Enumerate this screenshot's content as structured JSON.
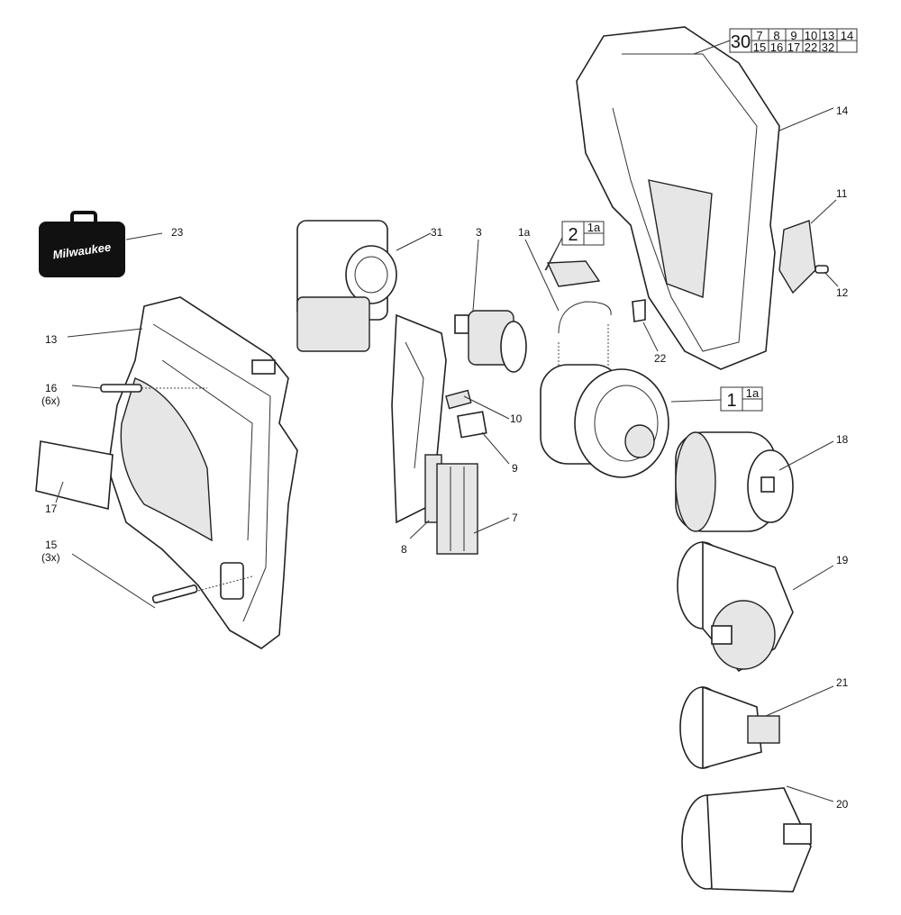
{
  "title": "Exploded parts diagram",
  "brand_logo_text": "Milwaukee",
  "callouts": [
    {
      "id": "23",
      "text": "23"
    },
    {
      "id": "31",
      "text": "31"
    },
    {
      "id": "3",
      "text": "3"
    },
    {
      "id": "1a",
      "text": "1a"
    },
    {
      "id": "14",
      "text": "14"
    },
    {
      "id": "11",
      "text": "11"
    },
    {
      "id": "12",
      "text": "12"
    },
    {
      "id": "22",
      "text": "22"
    },
    {
      "id": "13",
      "text": "13"
    },
    {
      "id": "16",
      "text": "16",
      "sub": "(6x)"
    },
    {
      "id": "10",
      "text": "10"
    },
    {
      "id": "9",
      "text": "9"
    },
    {
      "id": "18",
      "text": "18"
    },
    {
      "id": "17",
      "text": "17"
    },
    {
      "id": "8",
      "text": "8"
    },
    {
      "id": "7",
      "text": "7"
    },
    {
      "id": "15",
      "text": "15",
      "sub": "(3x)"
    },
    {
      "id": "19",
      "text": "19"
    },
    {
      "id": "21",
      "text": "21"
    },
    {
      "id": "20",
      "text": "20"
    }
  ],
  "kit_box_30": {
    "main": "30",
    "row1": [
      "7",
      "8",
      "9",
      "10",
      "13",
      "14"
    ],
    "row2": [
      "15",
      "16",
      "17",
      "22",
      "32",
      ""
    ]
  },
  "kit_box_2": {
    "main": "2",
    "sub": "1a"
  },
  "kit_box_1": {
    "main": "1",
    "sub": "1a"
  }
}
